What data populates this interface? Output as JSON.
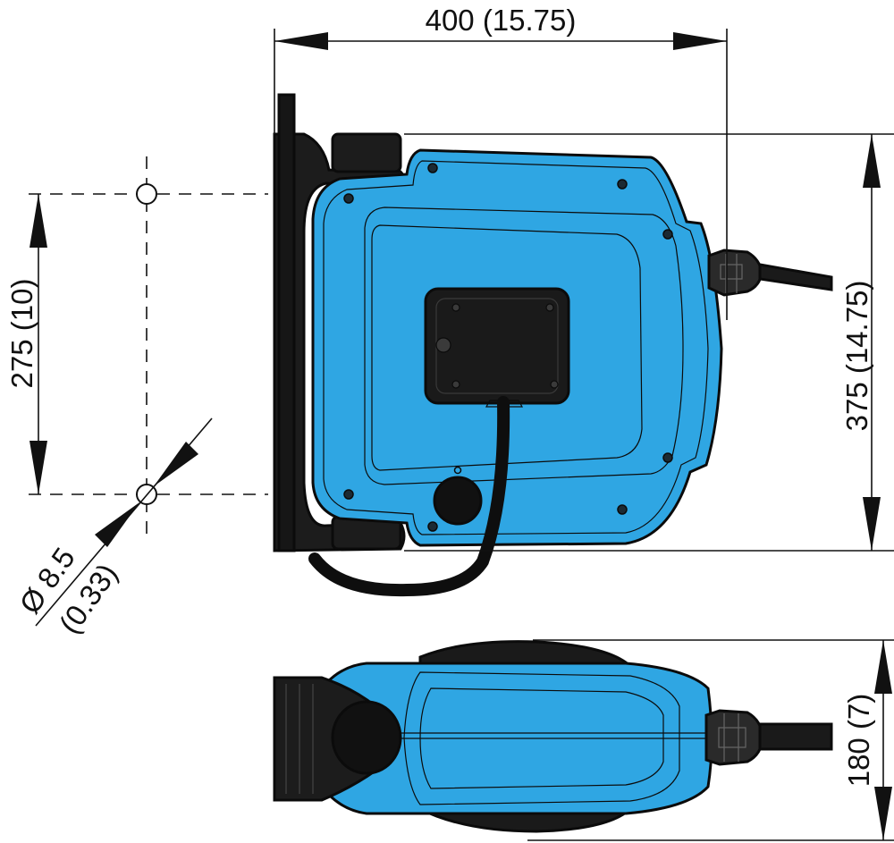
{
  "dimensions": {
    "width": "400 (15.75)",
    "height": "375 (14.75)",
    "hole_spacing": "275 (10)",
    "hole_diameter_line1": "Ø 8.5",
    "hole_diameter_line2": "(0.33)",
    "depth": "180 (7)"
  },
  "colors": {
    "body_blue": "#2fa6e3",
    "body_blue_dark": "#1d86c2",
    "black_parts": "#1a1a1a",
    "line": "#111111"
  }
}
